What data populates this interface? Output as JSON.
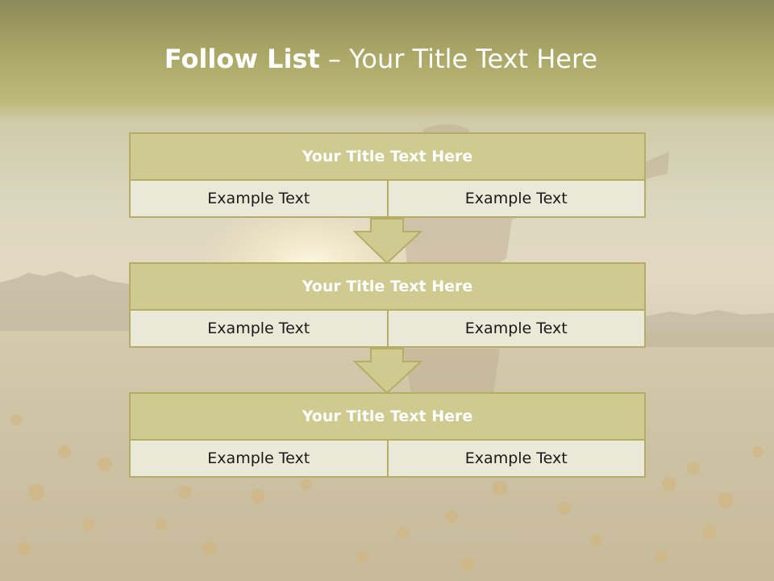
{
  "slide": {
    "title_bold": "Follow List",
    "title_rest": " – Your Title Text Here"
  },
  "steps": [
    {
      "title": "Your Title Text Here",
      "left_text": "Example Text",
      "right_text": "Example Text"
    },
    {
      "title": "Your Title Text Here",
      "left_text": "Example Text",
      "right_text": "Example Text"
    },
    {
      "title": "Your Title Text Here",
      "left_text": "Example Text",
      "right_text": "Example Text"
    }
  ],
  "colors": {
    "title_fill": "#cfcb90",
    "cell_fill": "#eae8d7",
    "border": "#b5ad66",
    "header_band": "#aca868"
  }
}
